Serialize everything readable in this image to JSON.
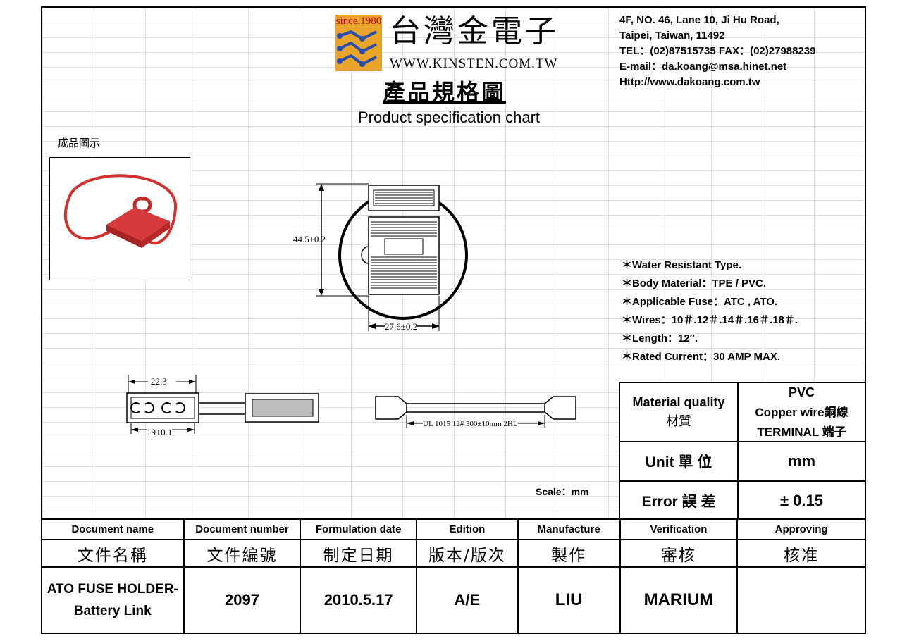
{
  "company": {
    "since": "since.1980",
    "name": "台灣金電子",
    "website": "WWW.KINSTEN.COM.TW",
    "address1": "4F, NO. 46, Lane  10, Ji Hu Road,",
    "address2": "Taipei,  Taiwan, 11492",
    "tel_fax": "TEL：(02)87515735  FAX：(02)27988239",
    "email": "E-mail：da.koang@msa.hinet.net",
    "http": "Http://www.dakoang.com.tw"
  },
  "title_zh": "產品規格圖",
  "title_en": "Product specification chart",
  "photo_label": "成品圖示",
  "dimensions": {
    "height": "44.5±0.2",
    "width": "27.6±0.2",
    "top_len": "22.3",
    "bottom_len": "19±0.1",
    "wire": "UL 1015 12#  300±10mm 2HL"
  },
  "specs": [
    "＊Water Resistant Type.",
    "＊Body Material：TPE / PVC.",
    "＊Applicable Fuse：ATC , ATO.",
    "＊Wires：10＃.12＃.14＃.16＃.18＃.",
    "＊Length：12″.",
    "＊Rated Current：30 AMP MAX."
  ],
  "scale": "Scale：mm",
  "material": {
    "label": "Material quality",
    "label_zh": "材質",
    "v1": "PVC",
    "v2": "Copper wire銅線",
    "v3": "TERMINAL 端子",
    "unit_label": "Unit 單 位",
    "unit_value": "mm",
    "error_label": "Error 誤 差",
    "error_value": "± 0.15"
  },
  "doc_table": {
    "headers": [
      "Document name",
      "Document number",
      "Formulation date",
      "Edition",
      "Manufacture",
      "Verification",
      "Approving"
    ],
    "headers_zh": [
      "文件名稱",
      "文件編號",
      "制定日期",
      "版本/版次",
      "製作",
      "審核",
      "核准"
    ],
    "values": [
      "ATO FUSE HOLDER-Battery Link",
      "2097",
      "2010.5.17",
      "A/E",
      "LIU",
      "MARIUM",
      ""
    ]
  }
}
